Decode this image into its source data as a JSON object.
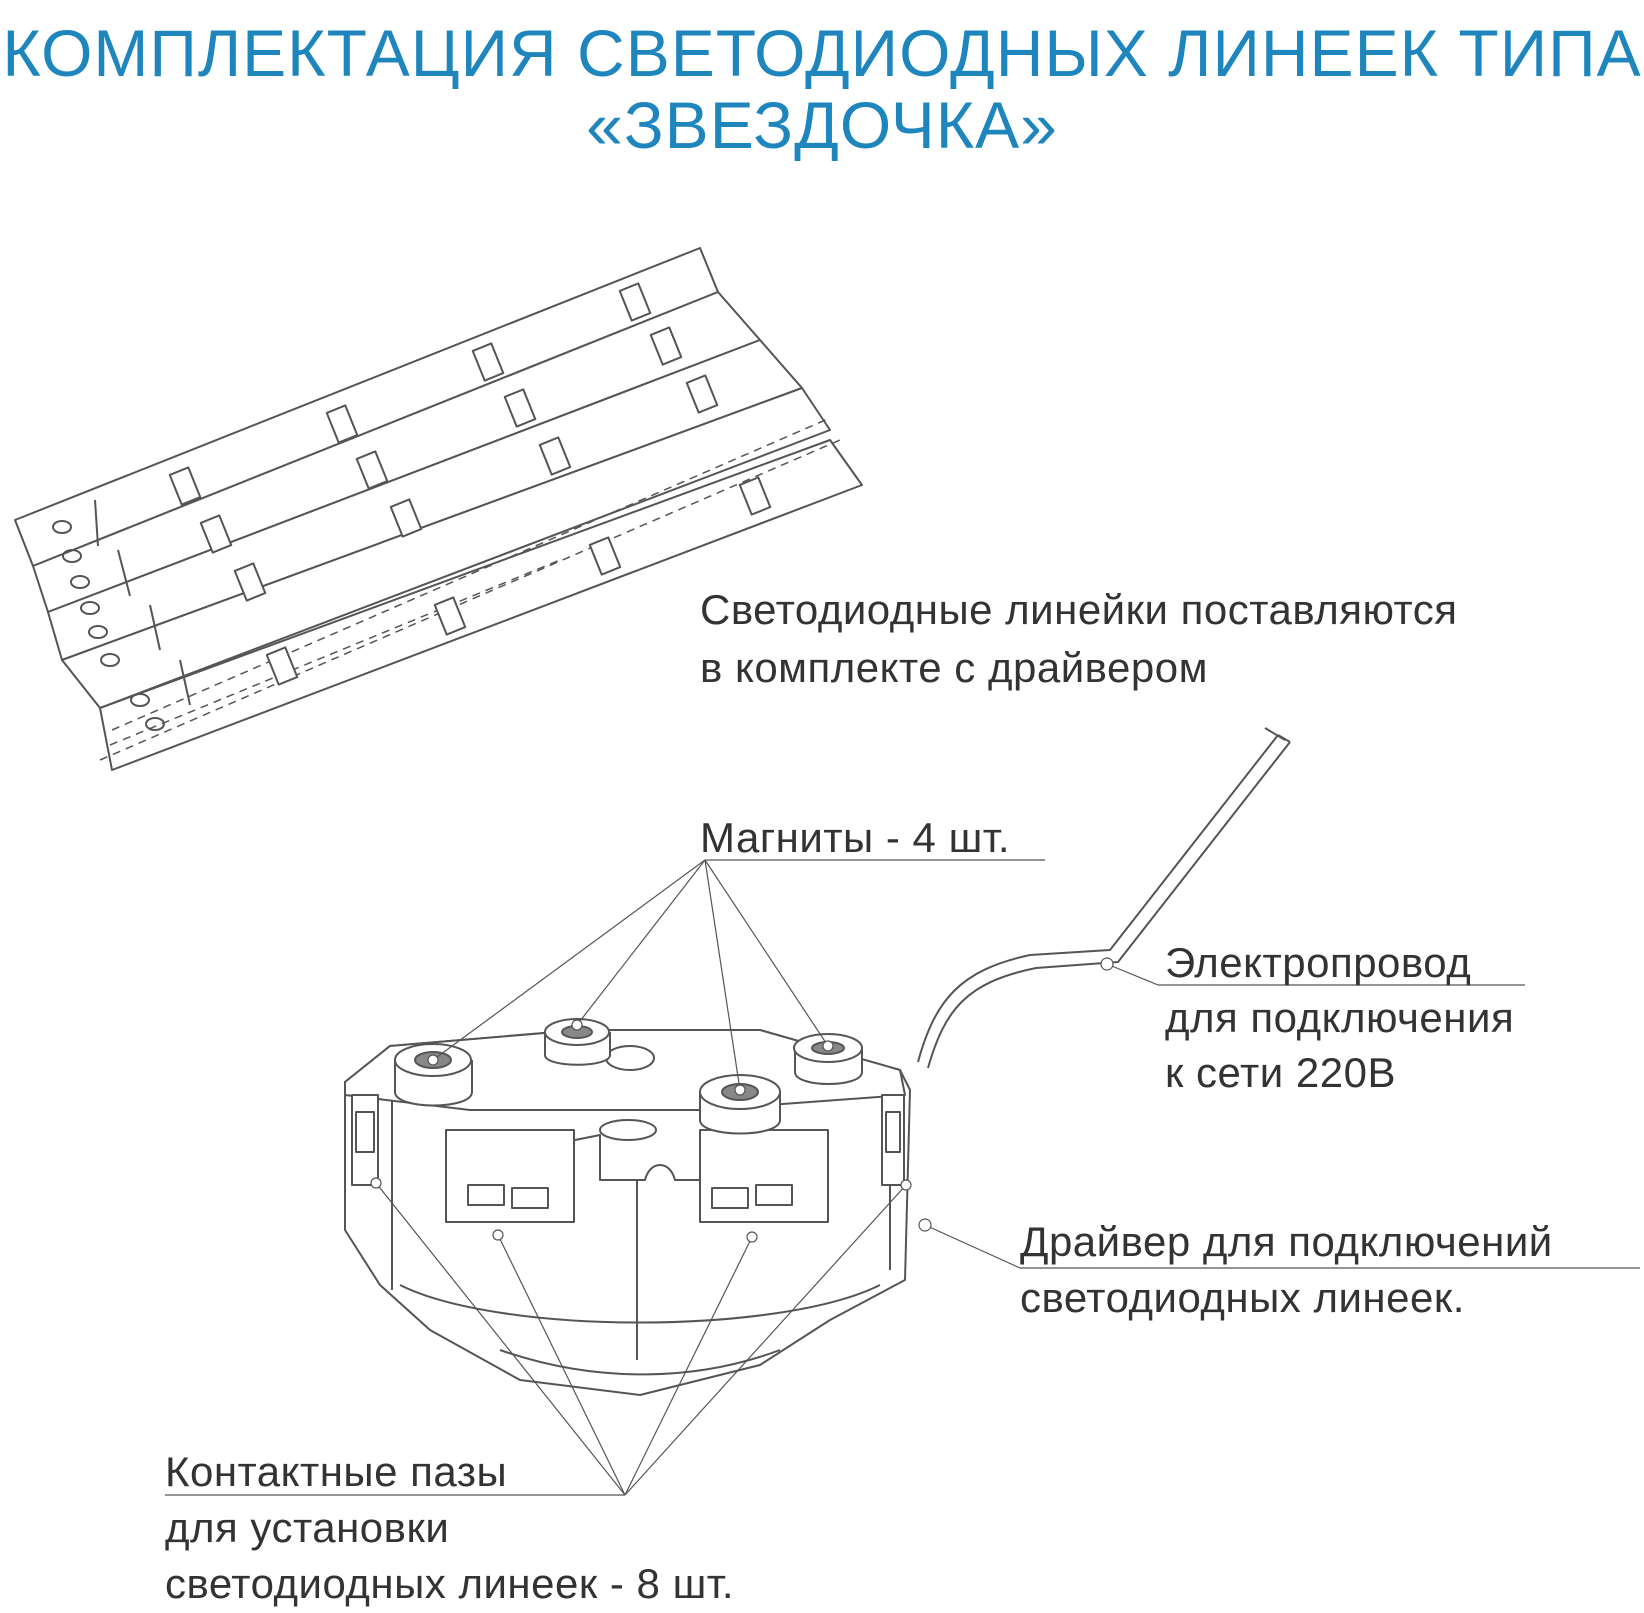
{
  "title": {
    "line1": "КОМПЛЕКТАЦИЯ СВЕТОДИОДНЫХ ЛИНЕЕК ТИПА",
    "line2": "«ЗВЕЗДОЧКА»"
  },
  "labels": {
    "strips": {
      "line1": "Светодиодные линейки поставляются",
      "line2": "в комплекте с драйвером"
    },
    "magnets": "Магниты - 4 шт.",
    "wire": {
      "line1": "Электропровод",
      "line2": "для подключения",
      "line3": "к сети 220В"
    },
    "driver": {
      "line1": "Драйвер для подключений",
      "line2": "светодиодных линеек."
    },
    "slots": {
      "line1": "Контактные пазы",
      "line2": "для установки",
      "line3": "светодиодных линеек - 8 шт."
    }
  },
  "colors": {
    "title": "#1f86bd",
    "text": "#333333",
    "line": "#555555"
  }
}
